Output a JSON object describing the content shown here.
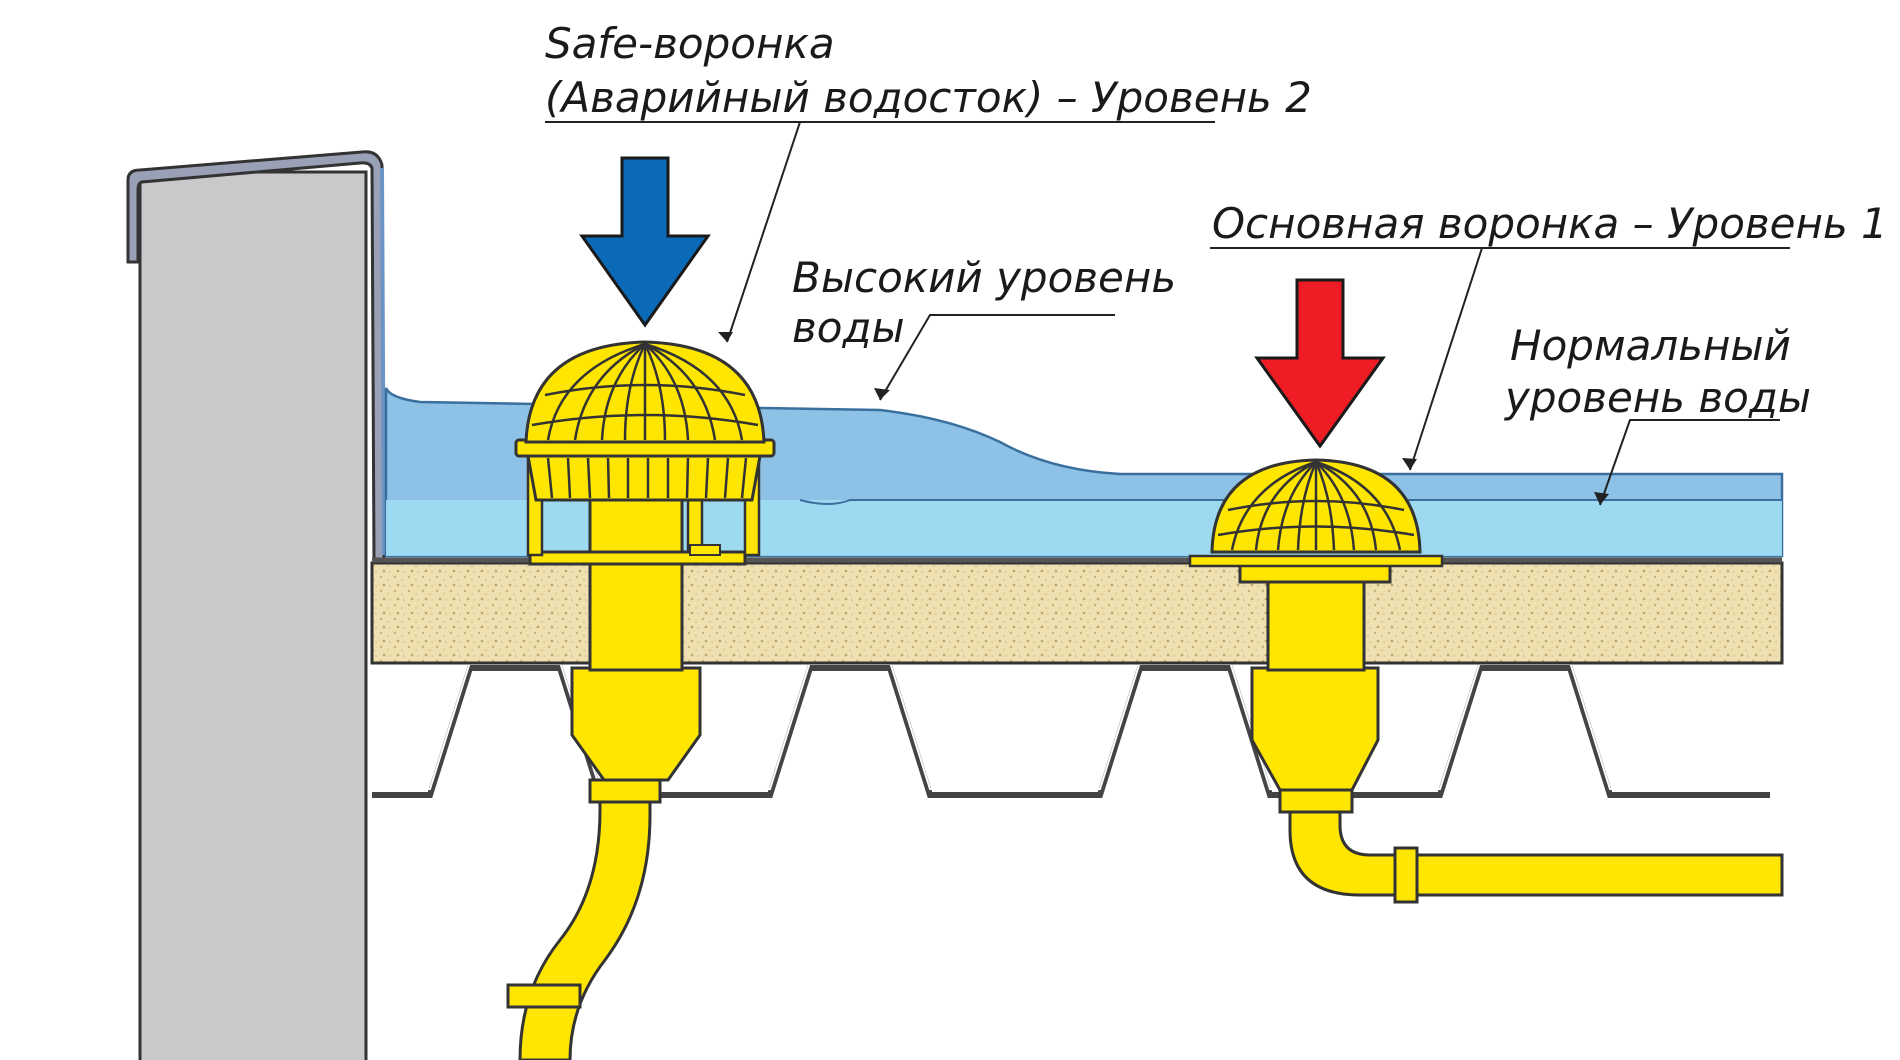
{
  "labels": {
    "safe_line1": "Safe-воронка",
    "safe_line2": "(Аварийный водосток) – Уровень 2",
    "high_line1": "Высокий уровень",
    "high_line2": "воды",
    "main_funnel": "Основная воронка – Уровень 1",
    "normal_line1": "Нормальный",
    "normal_line2": "уровень воды"
  },
  "colors": {
    "parapet": "#c9c9cc",
    "water_high": "#8ec1e6",
    "water_normal": "#9fdcf2",
    "insulation": "#eee0b0",
    "funnel": "#ffe600",
    "arrow_safe": "#0a6ab8",
    "arrow_main": "#ee1c25",
    "outline": "#333333"
  },
  "icons": {
    "safe_arrow": "arrow-down-icon",
    "main_arrow": "arrow-down-icon"
  }
}
